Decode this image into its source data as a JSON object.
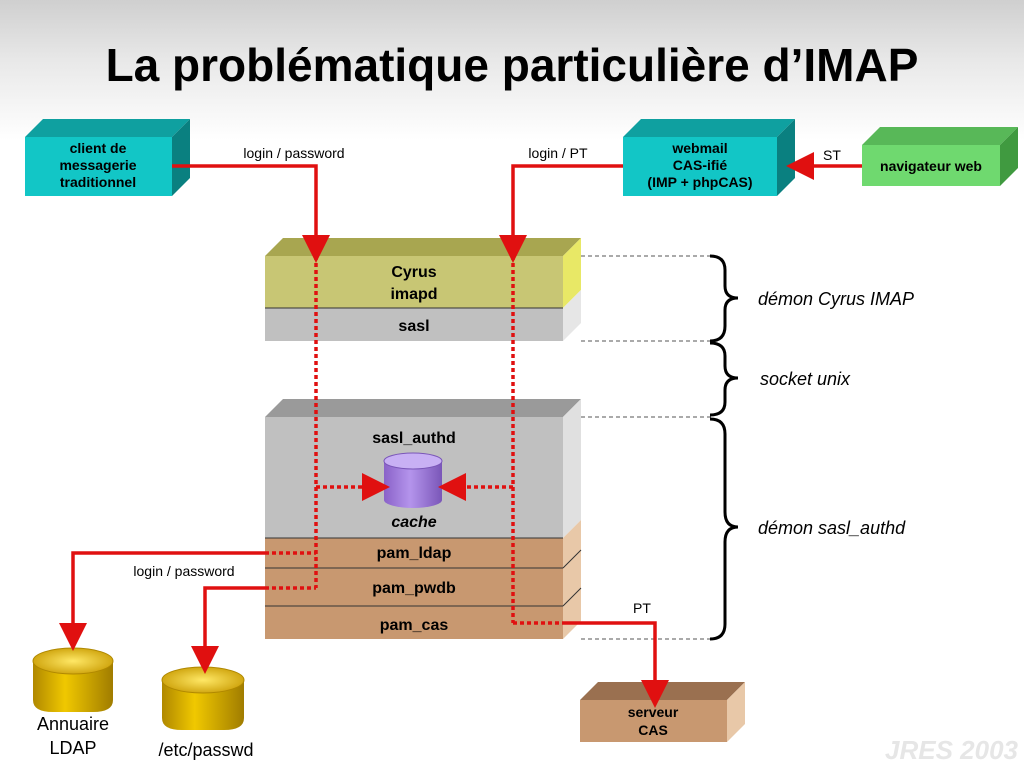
{
  "title": "La problématique particulière d’IMAP",
  "boxes": {
    "client": [
      "client de",
      "messagerie",
      "traditionnel"
    ],
    "webmail": [
      "webmail",
      "CAS-ifié",
      "(IMP + phpCAS)"
    ],
    "navigateur": "navigateur web",
    "cyrus": [
      "Cyrus",
      "imapd"
    ],
    "sasl": "sasl",
    "sasl_authd": "sasl_authd",
    "cache": "cache",
    "pam_ldap": "pam_ldap",
    "pam_pwdb": "pam_pwdb",
    "pam_cas": "pam_cas",
    "serveur_cas": [
      "serveur",
      "CAS"
    ]
  },
  "arrow_labels": {
    "login_password_top": "login / password",
    "login_pt": "login / PT",
    "st": "ST",
    "login_password_bottom": "login / password",
    "pt": "PT"
  },
  "databases": {
    "annuaire": [
      "Annuaire",
      "LDAP"
    ],
    "passwd": "/etc/passwd"
  },
  "braces": {
    "cyrus": "démon Cyrus IMAP",
    "socket": "socket unix",
    "saslauthd": "démon sasl_authd"
  },
  "watermark": "JRES 2003",
  "colors": {
    "arrow": "#e01010",
    "cyan_box": "#12c6c6",
    "green_box": "#6fd96f",
    "olive_layer": "#c8c674",
    "gray_layer": "#c0c0c0",
    "tan_layer": "#c89870",
    "db_yellow": "#e0b800",
    "cache_purple": "#a080d8"
  }
}
